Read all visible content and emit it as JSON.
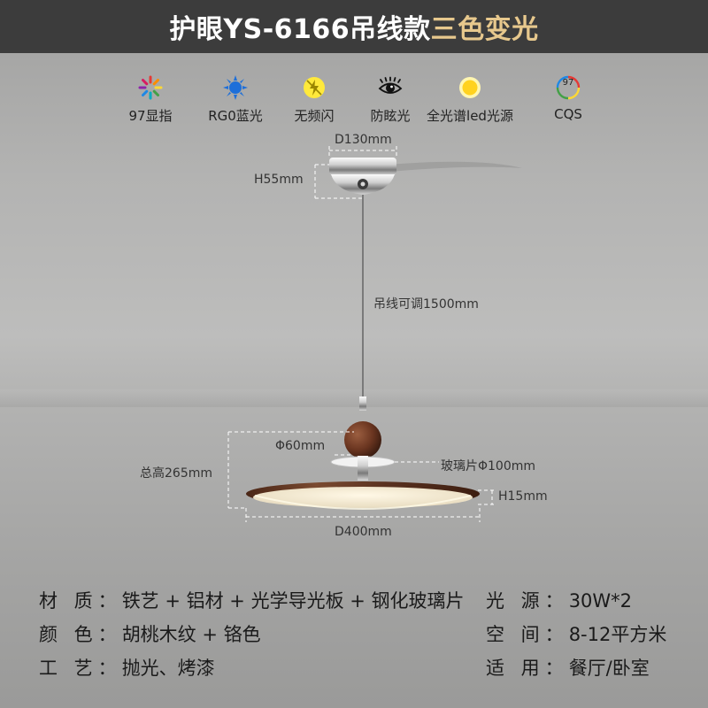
{
  "header": {
    "title_main": "护眼YS-6166吊线款",
    "title_accent": "三色变光",
    "colors": {
      "bar": "#3c3c3c",
      "main": "#ffffff",
      "accent": "#e7c88d"
    }
  },
  "features": [
    {
      "icon": "color-wheel-icon",
      "label": "97显指"
    },
    {
      "icon": "blue-sun-icon",
      "label": "RG0蓝光"
    },
    {
      "icon": "no-flicker-icon",
      "label": "无频闪"
    },
    {
      "icon": "eye-icon",
      "label": "防眩光"
    },
    {
      "icon": "yellow-sun-icon",
      "label": "全光谱led光源"
    },
    {
      "icon": "cqs-97-icon",
      "label": "CQS",
      "badge": "97"
    }
  ],
  "dimensions": {
    "canopy_diameter": "D130mm",
    "canopy_height": "H55mm",
    "cable_length": "吊线可调1500mm",
    "ball_diameter": "Φ60mm",
    "total_height": "总高265mm",
    "glass_diameter": "玻璃片Φ100mm",
    "disc_height": "H15mm",
    "disc_diameter": "D400mm"
  },
  "specs": {
    "material": {
      "label": "材 质：",
      "value": "铁艺 + 铝材 + 光学导光板 + 钢化玻璃片"
    },
    "color": {
      "label": "颜 色：",
      "value": "胡桃木纹 + 铬色"
    },
    "craft": {
      "label": "工 艺：",
      "value": "抛光、烤漆"
    },
    "light_source": {
      "label": "光 源：",
      "value": "30W*2"
    },
    "space": {
      "label": "空 间：",
      "value": "8-12平方米"
    },
    "use": {
      "label": "适 用：",
      "value": "餐厅/卧室"
    }
  }
}
